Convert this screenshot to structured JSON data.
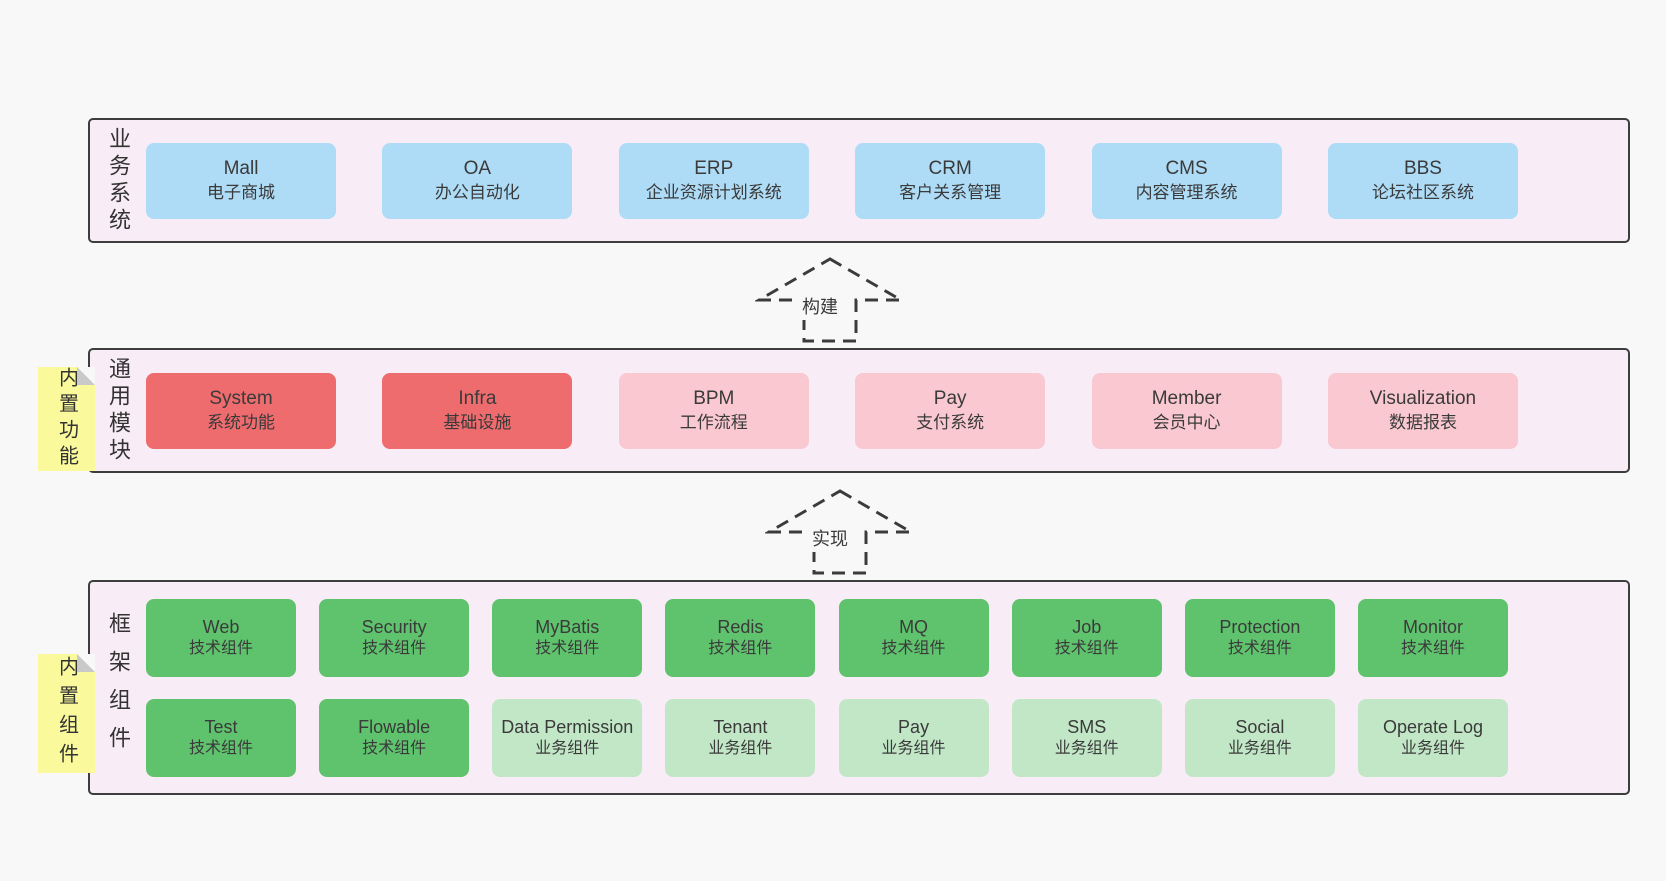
{
  "colors": {
    "page_bg": "#f8f8f8",
    "band_bg": "#f8edf6",
    "band_border": "#3d3d3d",
    "blue_box": "#aedbf5",
    "red_box": "#ee6b6e",
    "pink_box": "#f9c8d1",
    "green_box": "#5fc36e",
    "light_green_box": "#c2e7c7",
    "sticky_yellow": "#fafa9d",
    "text": "#3a3a3a"
  },
  "arrows": [
    {
      "label": "构建"
    },
    {
      "label": "实现"
    }
  ],
  "bands": [
    {
      "label": "业务系统",
      "boxes": [
        {
          "name": "Mall",
          "desc": "电子商城"
        },
        {
          "name": "OA",
          "desc": "办公自动化"
        },
        {
          "name": "ERP",
          "desc": "企业资源计划系统"
        },
        {
          "name": "CRM",
          "desc": "客户关系管理"
        },
        {
          "name": "CMS",
          "desc": "内容管理系统"
        },
        {
          "name": "BBS",
          "desc": "论坛社区系统"
        }
      ]
    },
    {
      "label": "通用模块",
      "sticky": "内置功能",
      "boxes": [
        {
          "name": "System",
          "desc": "系统功能"
        },
        {
          "name": "Infra",
          "desc": "基础设施"
        },
        {
          "name": "BPM",
          "desc": "工作流程"
        },
        {
          "name": "Pay",
          "desc": "支付系统"
        },
        {
          "name": "Member",
          "desc": "会员中心"
        },
        {
          "name": "Visualization",
          "desc": "数据报表"
        }
      ]
    },
    {
      "label": "框架组件",
      "sticky": "内置组件",
      "row1": [
        {
          "name": "Web",
          "desc": "技术组件"
        },
        {
          "name": "Security",
          "desc": "技术组件"
        },
        {
          "name": "MyBatis",
          "desc": "技术组件"
        },
        {
          "name": "Redis",
          "desc": "技术组件"
        },
        {
          "name": "MQ",
          "desc": "技术组件"
        },
        {
          "name": "Job",
          "desc": "技术组件"
        },
        {
          "name": "Protection",
          "desc": "技术组件"
        },
        {
          "name": "Monitor",
          "desc": "技术组件"
        }
      ],
      "row2": [
        {
          "name": "Test",
          "desc": "技术组件"
        },
        {
          "name": "Flowable",
          "desc": "技术组件"
        },
        {
          "name": "Data Permission",
          "desc": "业务组件"
        },
        {
          "name": "Tenant",
          "desc": "业务组件"
        },
        {
          "name": "Pay",
          "desc": "业务组件"
        },
        {
          "name": "SMS",
          "desc": "业务组件"
        },
        {
          "name": "Social",
          "desc": "业务组件"
        },
        {
          "name": "Operate Log",
          "desc": "业务组件"
        }
      ]
    }
  ]
}
